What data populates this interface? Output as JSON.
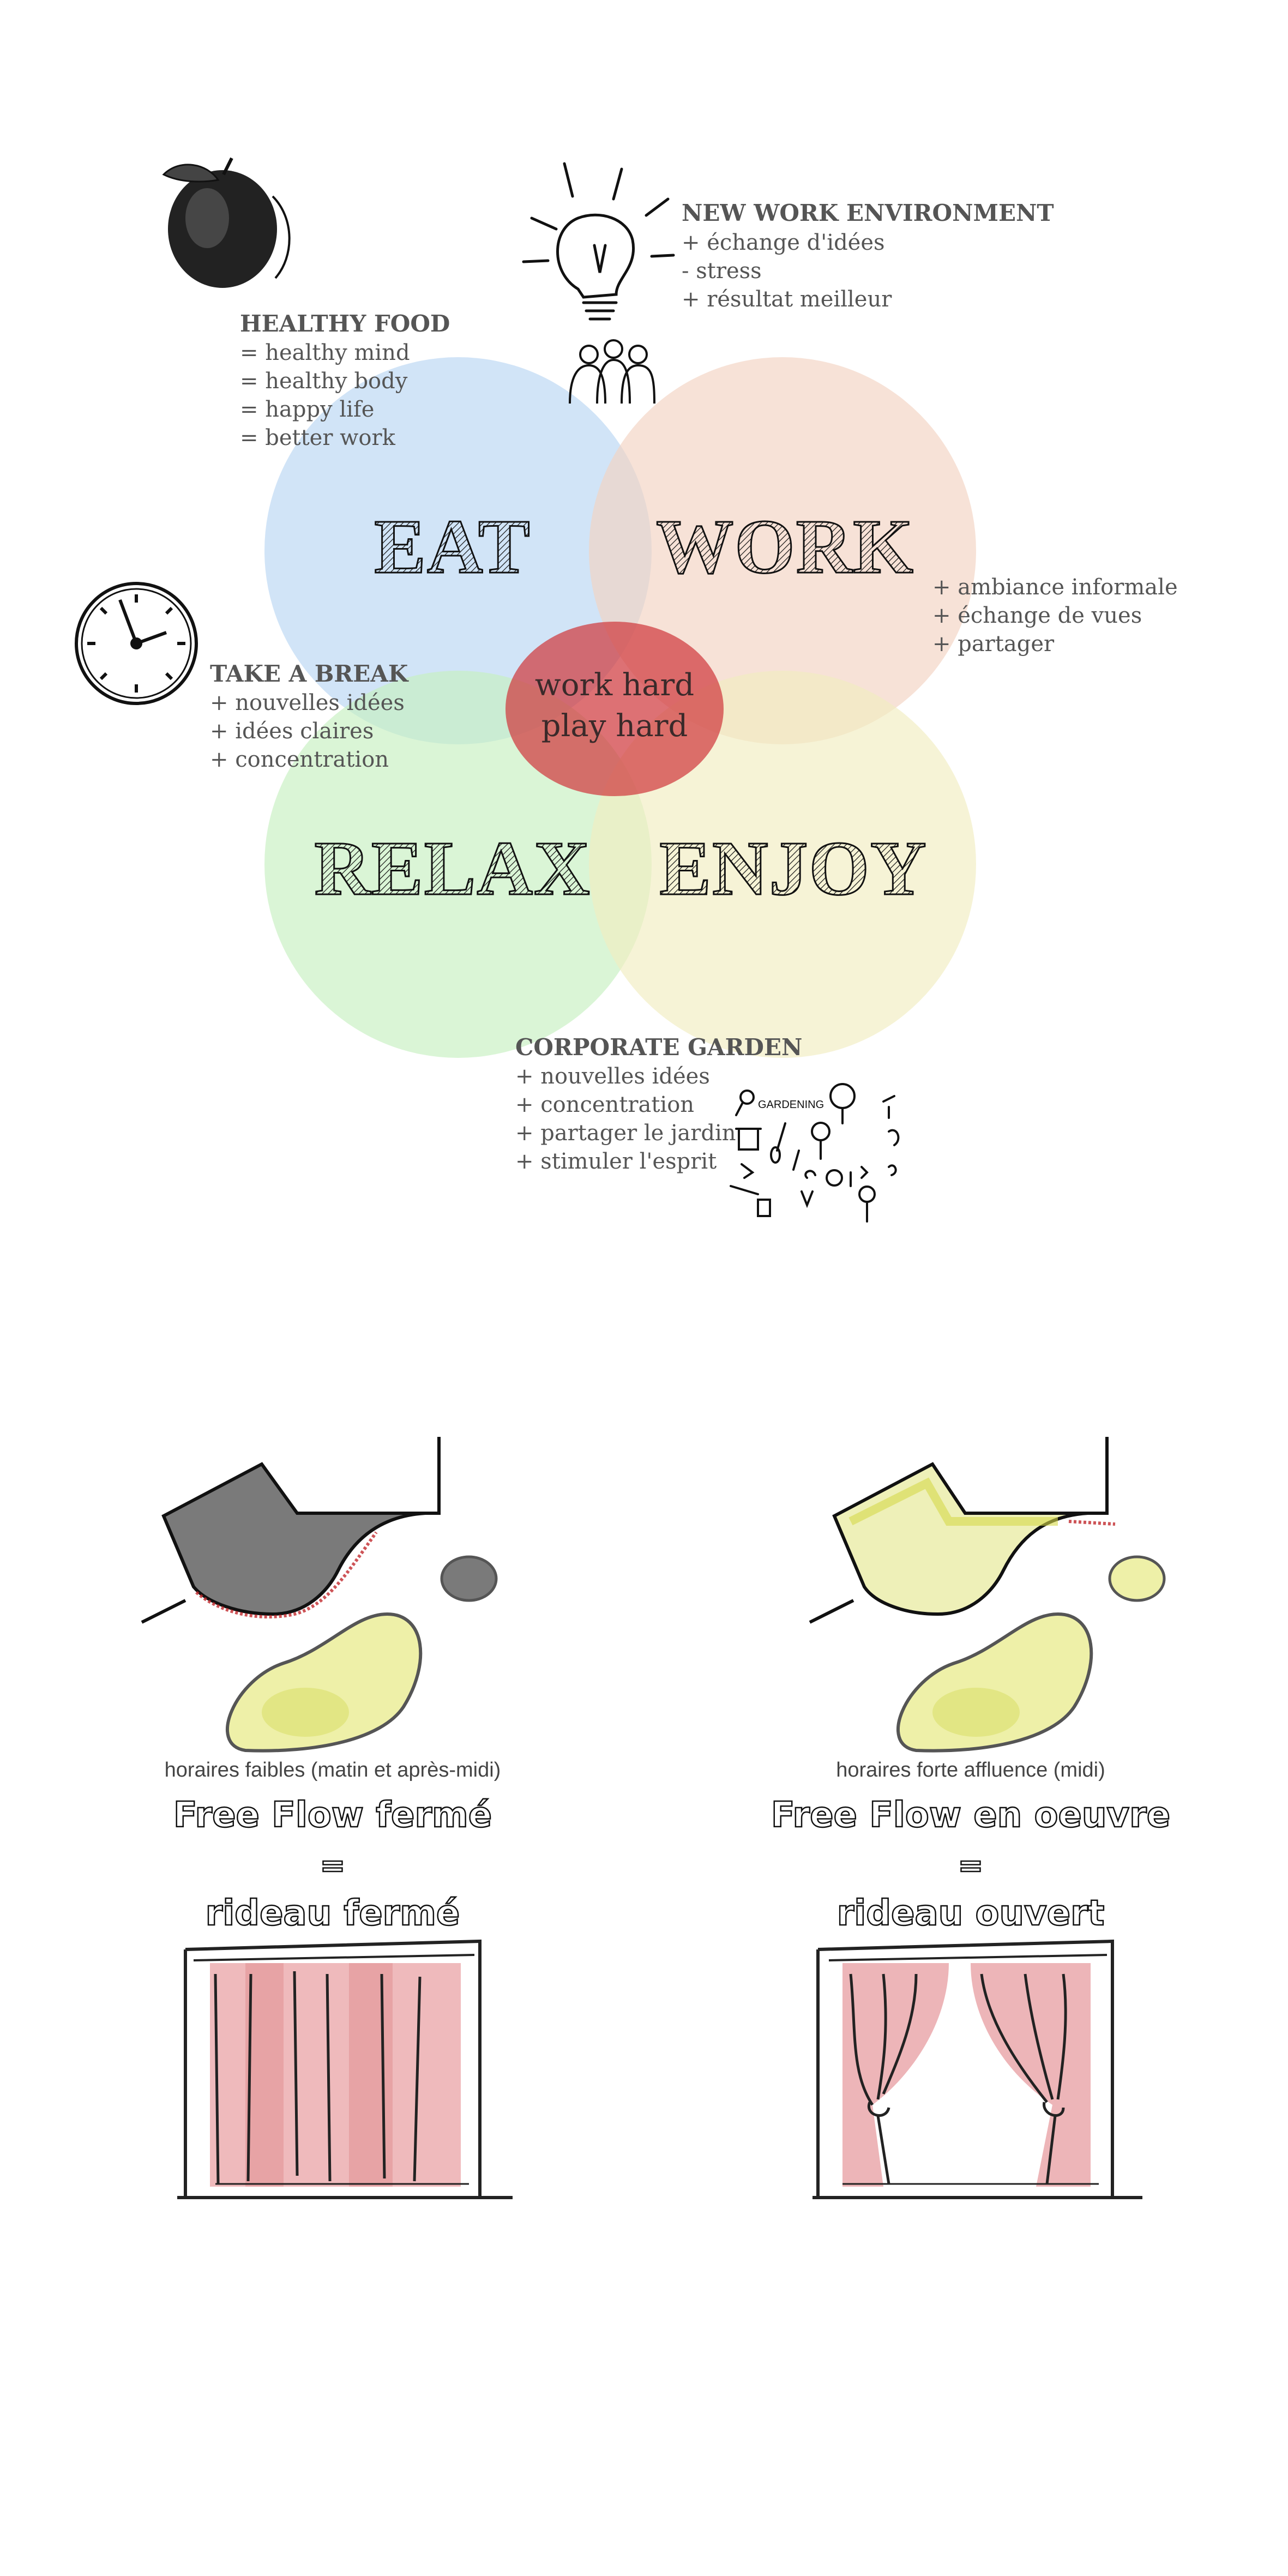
{
  "venn": {
    "eat": "EAT",
    "work": "WORK",
    "relax": "RELAX",
    "enjoy": "ENJOY",
    "center_line1": "work hard",
    "center_line2": "play hard",
    "colors": {
      "eat": "#b9d6f2",
      "work": "#f3d3c1",
      "relax": "#c6efc0",
      "enjoy": "#f1ecc0",
      "center": "#d03a3e"
    }
  },
  "healthy_food": {
    "title": "HEALTHY FOOD",
    "items": [
      "= healthy mind",
      "= healthy body",
      "= happy life",
      "= better work"
    ]
  },
  "new_work": {
    "title": "NEW WORK ENVIRONMENT",
    "items": [
      "+ échange d'idées",
      "- stress",
      "+ résultat meilleur"
    ]
  },
  "work_side": {
    "items": [
      "+ ambiance informale",
      "+ échange de vues",
      "+ partager"
    ]
  },
  "take_break": {
    "title": "TAKE A BREAK",
    "items": [
      "+ nouvelles idées",
      "+ idées claires",
      "+ concentration"
    ]
  },
  "garden": {
    "title": "CORPORATE GARDEN",
    "items": [
      "+ nouvelles idées",
      "+ concentration",
      "+ partager le jardin",
      "+ stimuler l'esprit"
    ],
    "icon_label": "GARDENING"
  },
  "left_panel": {
    "caption": "horaires faibles (matin et après-midi)",
    "title": "Free Flow fermé",
    "equals": "=",
    "subtitle": "rideau fermé"
  },
  "right_panel": {
    "caption": "horaires forte affluence (midi)",
    "title": "Free Flow en oeuvre",
    "equals": "=",
    "subtitle": "rideau ouvert"
  }
}
